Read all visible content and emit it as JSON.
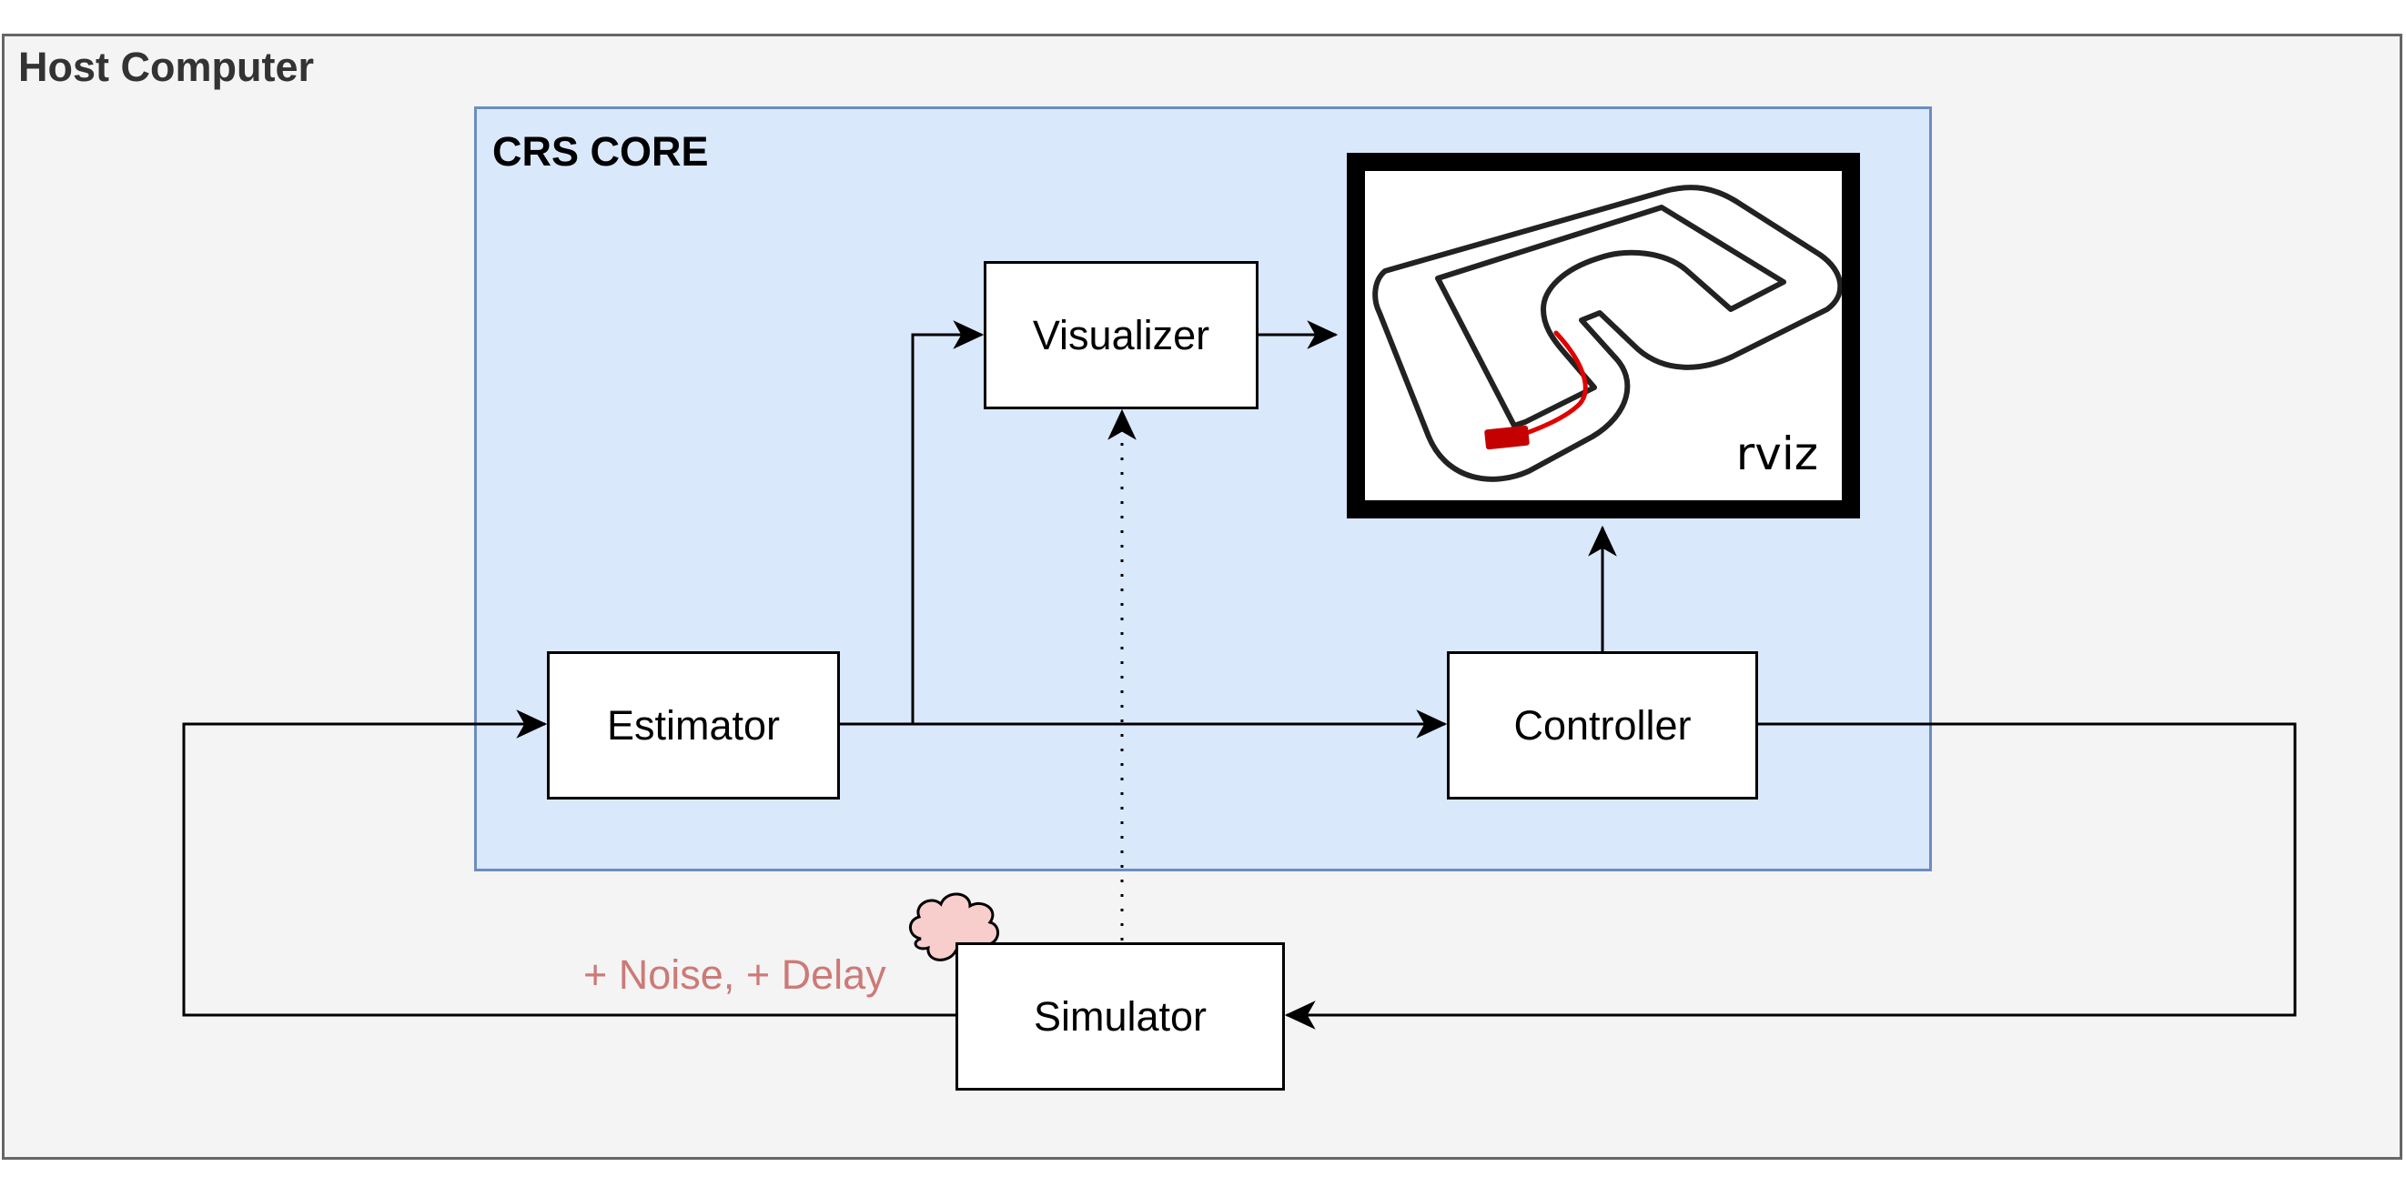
{
  "host": {
    "title": "Host Computer"
  },
  "core": {
    "title": "CRS CORE"
  },
  "blocks": {
    "visualizer": "Visualizer",
    "estimator": "Estimator",
    "controller": "Controller",
    "simulator": "Simulator"
  },
  "rviz": {
    "label": "rviz"
  },
  "simulator_annotation": "+ Noise, + Delay",
  "colors": {
    "host_fill": "#f4f4f4",
    "core_fill": "#dae8fc",
    "core_border": "#6c8ebf",
    "noise_text": "#cc7a77",
    "cloud_fill": "#f8cecc",
    "trajectory": "#e00000"
  }
}
